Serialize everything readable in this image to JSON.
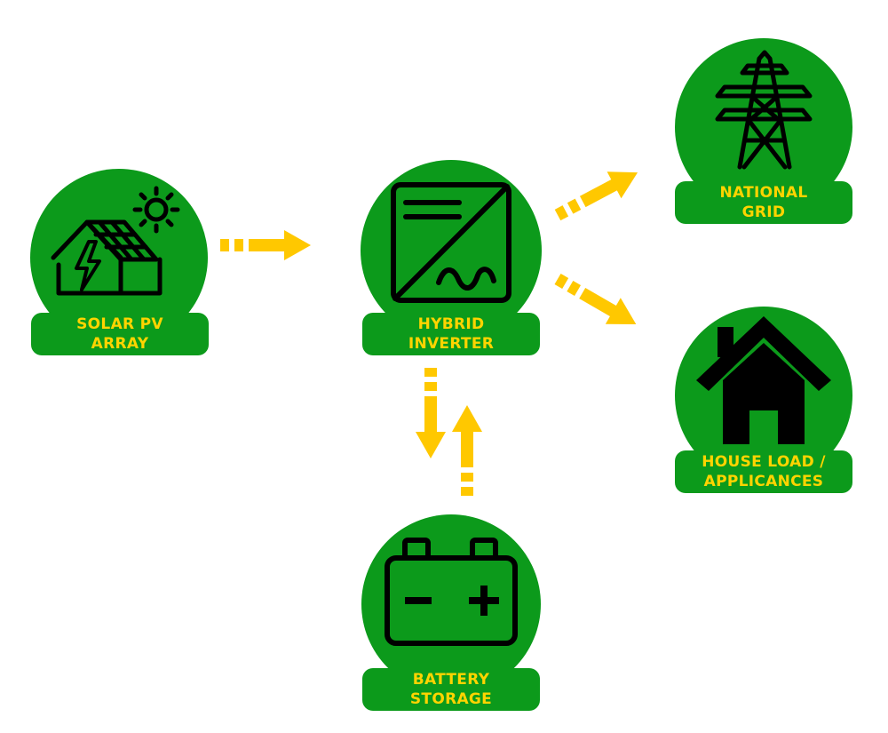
{
  "colors": {
    "node_fill": "#0C9A1B",
    "icon_stroke": "#000000",
    "label_text": "#FFD400",
    "arrow": "#FFC800",
    "background": "#FFFFFF"
  },
  "nodes": {
    "solar": {
      "icon": "solar-house-icon",
      "label": [
        "SOLAR PV",
        "ARRAY"
      ]
    },
    "inverter": {
      "icon": "inverter-icon",
      "label": [
        "HYBRID",
        "INVERTER"
      ]
    },
    "grid": {
      "icon": "transmission-tower-icon",
      "label": [
        "NATIONAL",
        "GRID"
      ]
    },
    "house": {
      "icon": "house-icon",
      "label": [
        "HOUSE LOAD /",
        "APPLICANCES"
      ]
    },
    "battery": {
      "icon": "battery-icon",
      "label": [
        "BATTERY",
        "STORAGE"
      ]
    }
  },
  "arrows": [
    {
      "from": "solar",
      "to": "inverter"
    },
    {
      "from": "inverter",
      "to": "grid"
    },
    {
      "from": "inverter",
      "to": "house"
    },
    {
      "from": "inverter",
      "to": "battery"
    },
    {
      "from": "battery",
      "to": "inverter"
    }
  ]
}
